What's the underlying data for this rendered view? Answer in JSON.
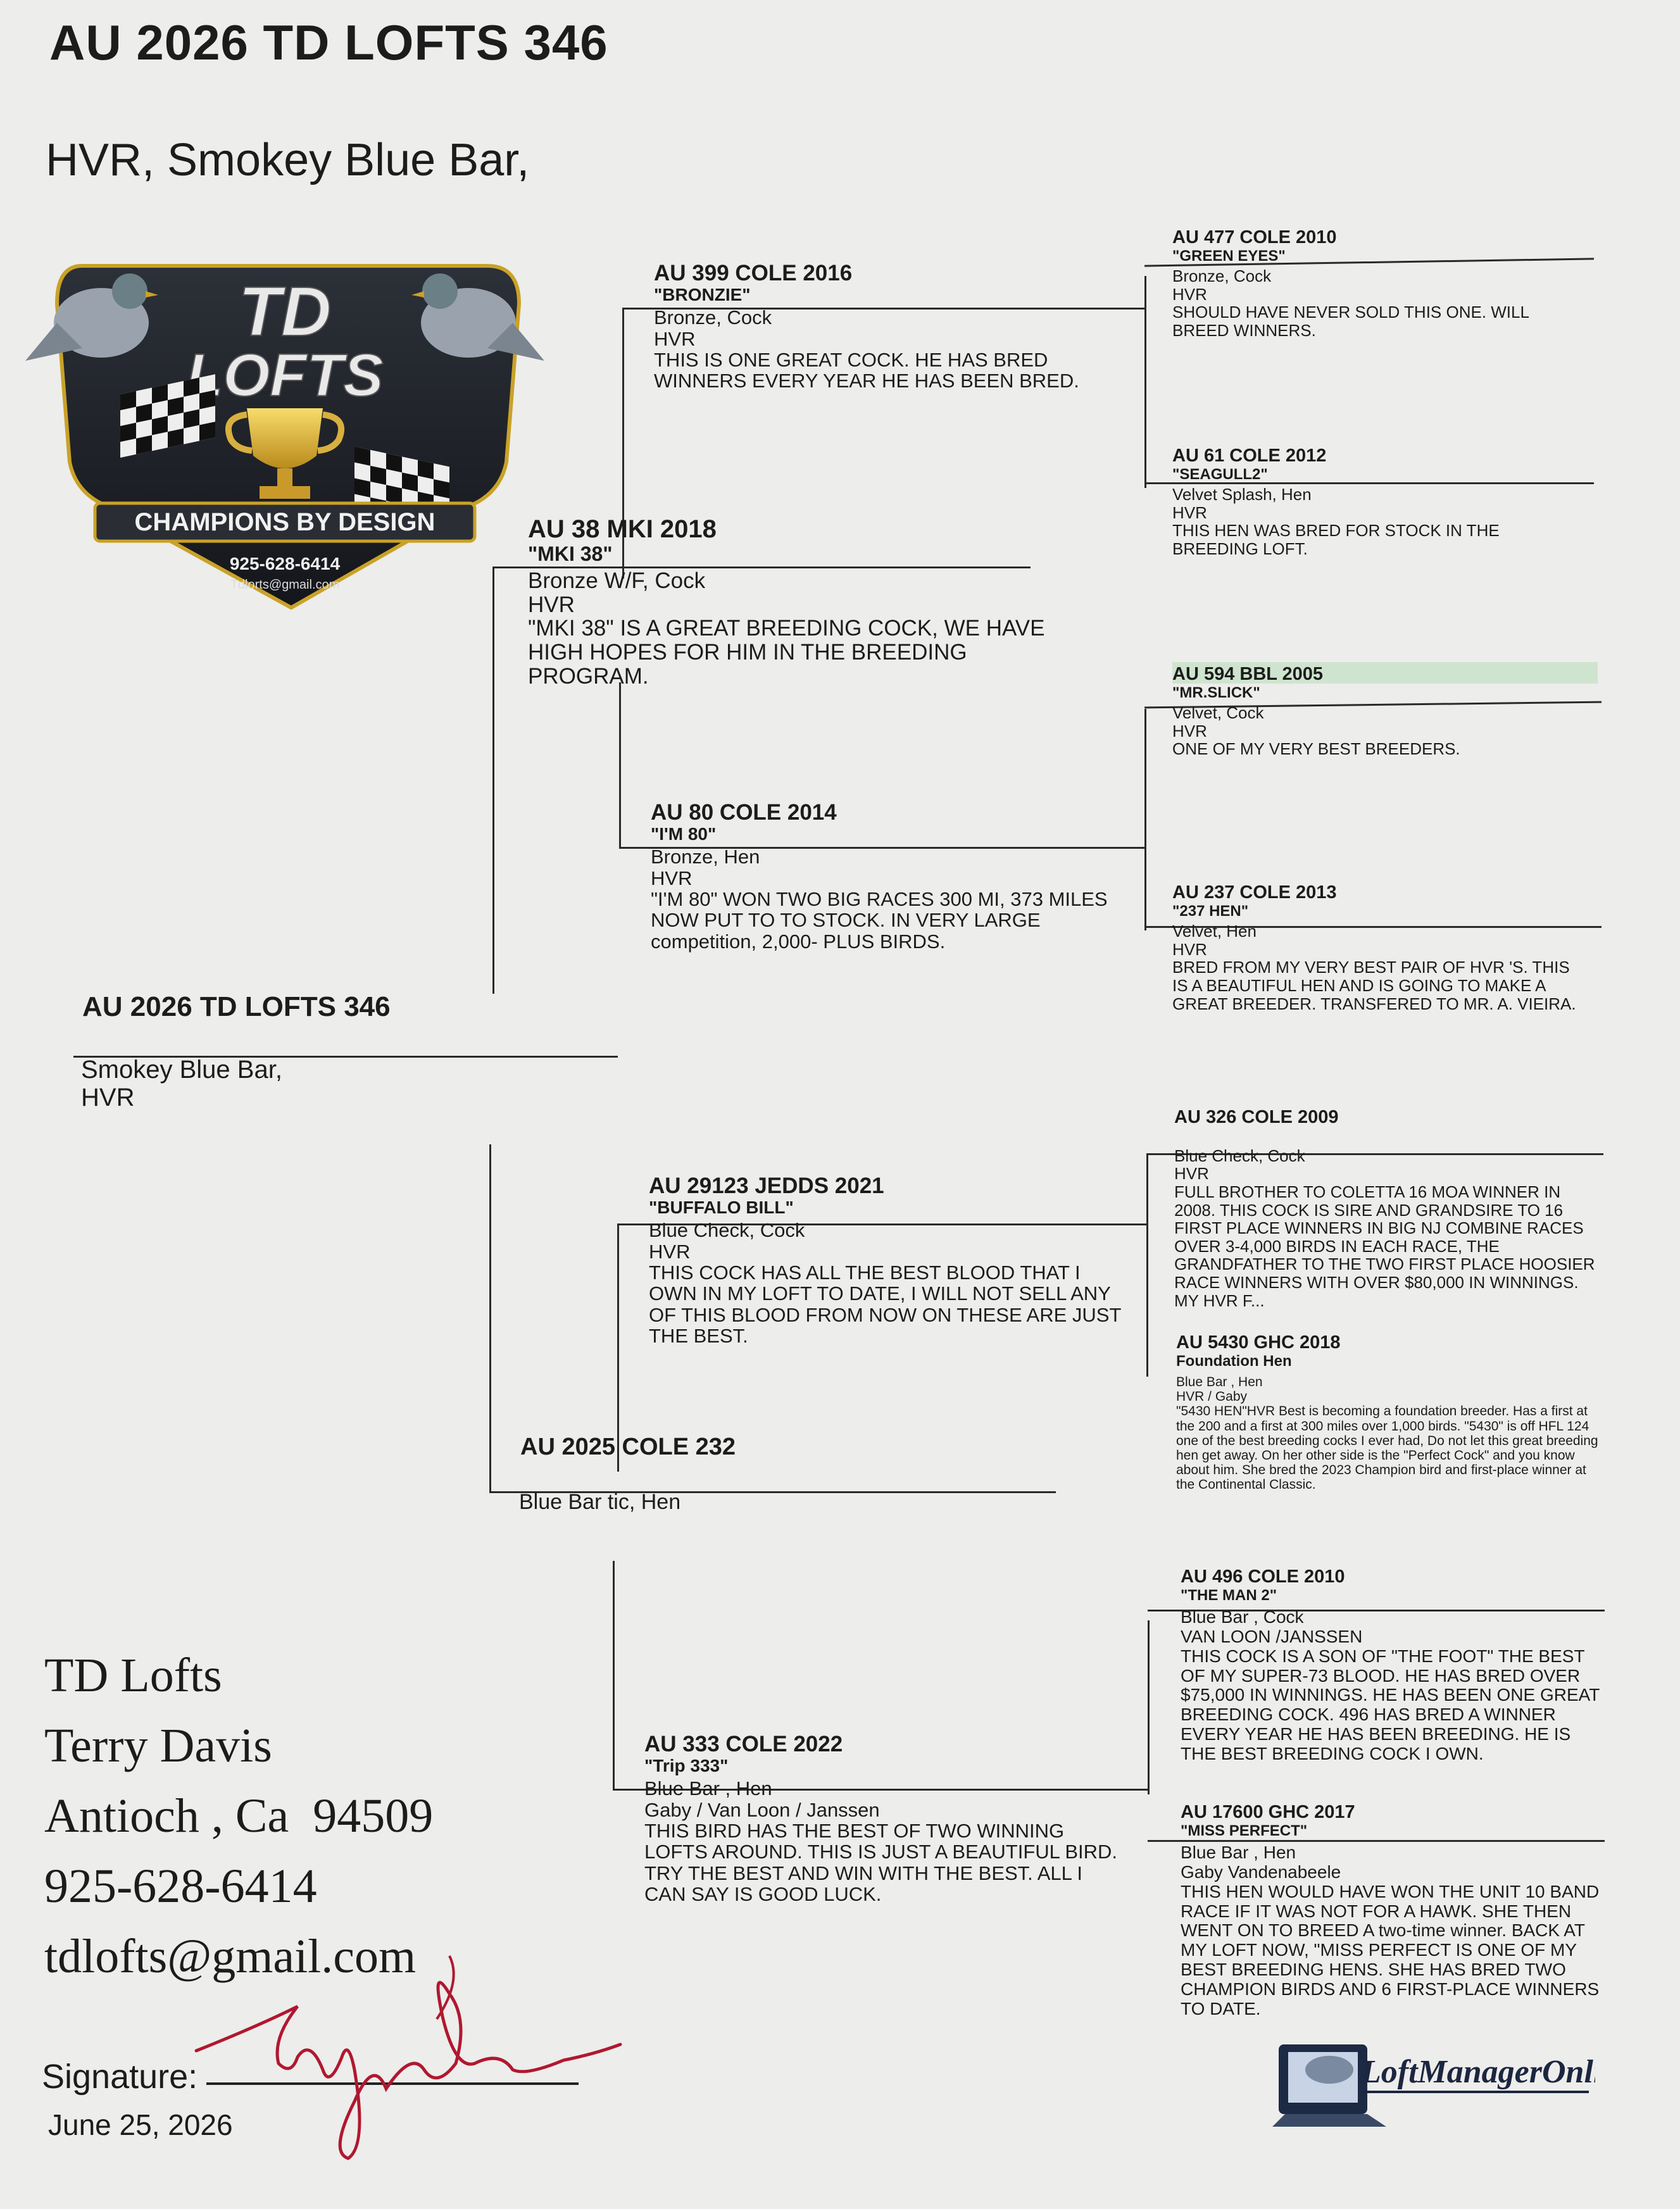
{
  "header": {
    "title": "AU 2026 TD LOFTS 346",
    "subtitle": "HVR, Smokey Blue Bar,"
  },
  "logo": {
    "line1": "TD",
    "line2": "LOFTS",
    "tagline": "CHAMPIONS BY DESIGN",
    "phone": "925-628-6414",
    "email": "Tdlorts@gmail.com"
  },
  "subject": {
    "id": "AU 2026 TD LOFTS 346",
    "color": "Smokey Blue Bar,",
    "strain": "HVR"
  },
  "sire": {
    "id": "AU 38 MKI 2018",
    "name": "\"MKI 38\"",
    "color": "Bronze W/F, Cock",
    "strain": "HVR",
    "desc": "\"MKI 38\" IS A GREAT BREEDING COCK, WE HAVE HIGH HOPES FOR HIM IN THE BREEDING PROGRAM."
  },
  "dam": {
    "id": "AU 2025 COLE 232",
    "color": "Blue Bar tic, Hen"
  },
  "ss": {
    "id": "AU 399 COLE 2016",
    "name": "\"BRONZIE\"",
    "color": "Bronze, Cock",
    "strain": "HVR",
    "desc": "THIS IS ONE GREAT COCK. HE HAS BRED WINNERS EVERY YEAR HE HAS BEEN BRED."
  },
  "sd": {
    "id": "AU 80 COLE 2014",
    "name": "\"I'M 80\"",
    "color": "Bronze, Hen",
    "strain": "HVR",
    "desc": "\"I'M 80\" WON TWO BIG RACES 300 MI, 373 MILES NOW PUT TO TO STOCK. IN VERY LARGE competition, 2,000- PLUS BIRDS."
  },
  "ds": {
    "id": "AU 29123 JEDDS 2021",
    "name": "\"BUFFALO BILL\"",
    "color": "Blue Check, Cock",
    "strain": "HVR",
    "desc": "THIS COCK HAS ALL THE BEST BLOOD THAT I OWN IN MY LOFT TO DATE, I WILL NOT SELL ANY OF THIS BLOOD FROM NOW ON THESE ARE JUST THE BEST."
  },
  "dd": {
    "id": "AU 333 COLE 2022",
    "name": "\"Trip 333\"",
    "color": "Blue Bar , Hen",
    "strain": "Gaby / Van Loon / Janssen",
    "desc": "THIS BIRD HAS THE BEST OF TWO WINNING LOFTS AROUND. THIS IS JUST A BEAUTIFUL BIRD. TRY THE BEST AND WIN WITH THE BEST. ALL I CAN SAY IS GOOD LUCK."
  },
  "sss": {
    "id": "AU 477 COLE 2010",
    "name": "\"GREEN EYES\"",
    "color": "Bronze, Cock",
    "strain": "HVR",
    "desc": "SHOULD HAVE NEVER SOLD THIS ONE. WILL BREED WINNERS."
  },
  "ssd": {
    "id": "AU 61 COLE 2012",
    "name": "\"SEAGULL2\"",
    "color": "Velvet Splash, Hen",
    "strain": "HVR",
    "desc": "THIS HEN WAS BRED FOR STOCK IN THE BREEDING LOFT."
  },
  "sds": {
    "id": "AU 594 BBL 2005",
    "name": "\"MR.SLICK\"",
    "color": "Velvet, Cock",
    "strain": "HVR",
    "desc": "ONE OF MY VERY BEST BREEDERS."
  },
  "sdd": {
    "id": "AU 237 COLE 2013",
    "name": "\"237 HEN\"",
    "color": "Velvet, Hen",
    "strain": "HVR",
    "desc": "BRED FROM MY VERY BEST PAIR OF HVR 'S. THIS IS A BEAUTIFUL HEN AND IS GOING TO MAKE A GREAT BREEDER. TRANSFERED TO MR. A. VIEIRA."
  },
  "dss": {
    "id": "AU 326 COLE 2009",
    "color": "Blue Check, Cock",
    "strain": "HVR",
    "desc": "FULL BROTHER TO COLETTA 16 MOA WINNER IN 2008. THIS COCK IS SIRE AND GRANDSIRE TO 16 FIRST PLACE WINNERS IN BIG NJ COMBINE RACES OVER 3-4,000 BIRDS IN EACH RACE, THE GRANDFATHER TO THE TWO FIRST PLACE HOOSIER RACE WINNERS WITH OVER $80,000 IN WINNINGS. MY HVR F..."
  },
  "dsd": {
    "id": "AU 5430 GHC 2018",
    "name": "Foundation Hen",
    "color": "Blue Bar , Hen",
    "strain": "HVR / Gaby",
    "desc": "\"5430 HEN\"HVR Best is becoming a foundation breeder. Has a first at the 200 and a first at 300 miles over 1,000 birds. \"5430\" is off HFL 124 one of the best breeding cocks I ever had, Do not let this great breeding hen get away. On her other side is the \"Perfect Cock\" and you know about him. She bred the 2023 Champion bird and first-place winner at the Continental Classic."
  },
  "dds": {
    "id": "AU 496 COLE 2010",
    "name": "\"THE MAN 2\"",
    "color": "Blue Bar , Cock",
    "strain": "VAN LOON /JANSSEN",
    "desc": "THIS COCK IS A SON OF \"THE FOOT\" THE BEST OF MY SUPER-73 BLOOD. HE HAS BRED OVER $75,000 IN WINNINGS. HE HAS BEEN ONE GREAT BREEDING COCK. 496 HAS BRED A WINNER EVERY YEAR HE HAS BEEN BREEDING. HE IS THE BEST BREEDING COCK I OWN."
  },
  "ddd": {
    "id": "AU 17600 GHC 2017",
    "name": "\"MISS PERFECT\"",
    "color": "Blue Bar , Hen",
    "strain": "Gaby Vandenabeele",
    "desc": "THIS HEN WOULD HAVE WON THE UNIT 10 BAND RACE IF IT WAS NOT FOR A HAWK. SHE THEN WENT ON TO BREED A two-time winner. BACK AT MY LOFT NOW, \"MISS PERFECT IS ONE OF MY BEST BREEDING HENS. SHE HAS BRED TWO CHAMPION BIRDS AND 6 FIRST-PLACE WINNERS TO DATE."
  },
  "contact": {
    "loft": "TD Lofts",
    "owner": "Terry Davis",
    "city": "Antioch , Ca  94509",
    "phone": "925-628-6414",
    "email": "tdlofts@gmail.com"
  },
  "signature": {
    "label": "Signature:",
    "date": "June 25, 2026"
  },
  "footer_logo": "LoftManagerOnline.com"
}
